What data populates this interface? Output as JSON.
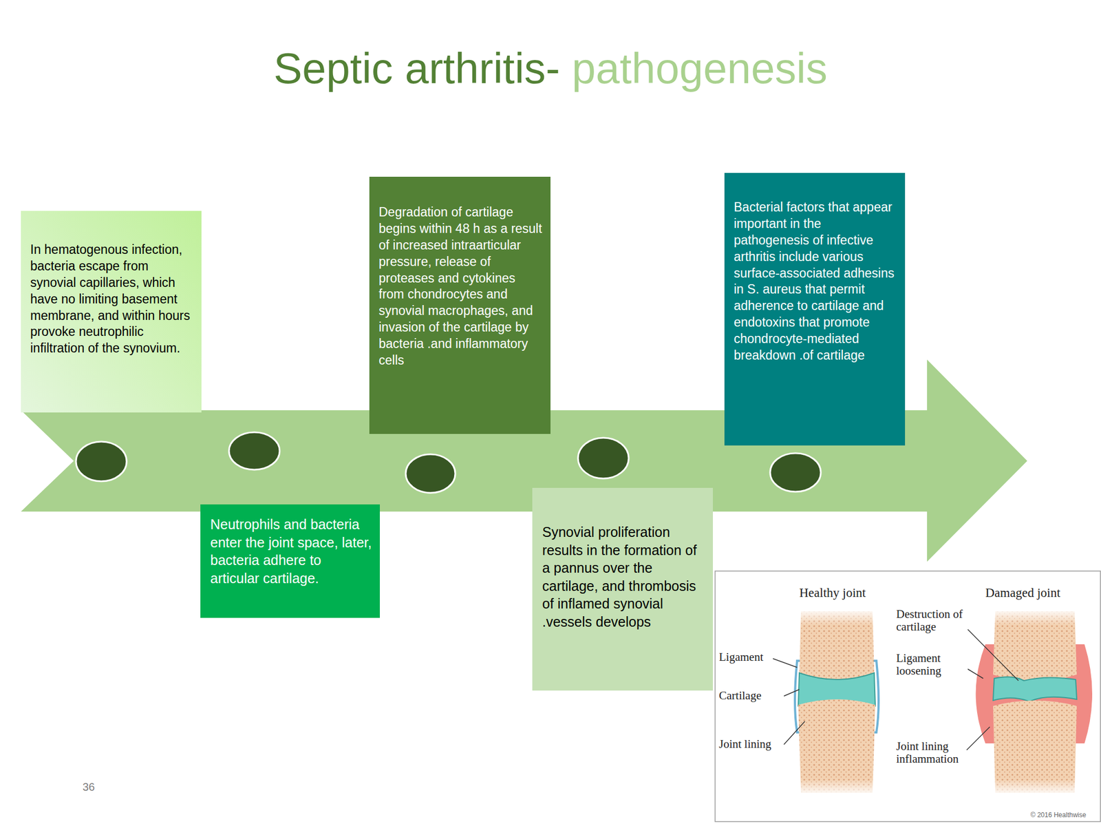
{
  "diagram": {
    "title": "Septic arthritis- pathogenesis",
    "nodes": [
      {
        "text": [
          "In hematogenous infection, bacteria escape from synovial capillaries, which have no limiting basement membrane, and within hours provoke neutrophilic infiltration of the synovium."
        ]
      },
      {
        "text": [
          "Neutrophils and bacteria enter the joint space, later, bacteria adhere to articular cartilage."
        ]
      },
      {
        "text": [
          "Degradation of cartilage begins within 48 h as a result of increased intraarticular pressure, release of proteases and cytokines from chondrocytes and synovial macrophages, and invasion of the cartilage by bacteria .and inflammatory cells"
        ]
      },
      {
        "text": [
          "Synovial proliferation results in the formation of a pannus over the cartilage, and thrombosis of inflamed synovial .vessels develops"
        ]
      },
      {
        "text": [
          "Bacterial factors that appear important in the pathogenesis of infective arthritis include various surface-associated adhesins in S. aureus that permit adherence to cartilage and endotoxins that promote chondrocyte-mediated breakdown .of cartilage"
        ]
      }
    ],
    "labels": [
      "36",
      "Healthy joint",
      "Damaged joint",
      "Destruction of cartilage",
      "Ligament",
      "Ligament loosening",
      "Cartilage",
      "Joint lining",
      "Joint lining inflammation",
      "© 2016 Healthwise"
    ]
  }
}
